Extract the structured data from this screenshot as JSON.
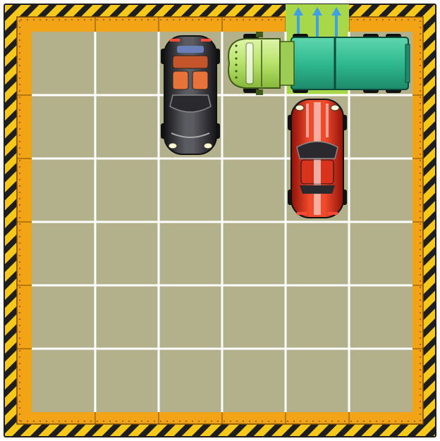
{
  "game": {
    "type": "sliding-block-parking-puzzle",
    "grid": {
      "columns": 6,
      "rows": 6
    },
    "exit": {
      "column": 5,
      "side": "top",
      "arrow_count": 3,
      "arrow_color": "#3fa0e6",
      "marker_color": "#a8d84a"
    },
    "vehicles": [
      {
        "id": "black-convertible",
        "kind": "car",
        "column": 3,
        "row": 1,
        "orientation": "vertical",
        "length": 2,
        "facing": "down",
        "color": "#3d3d42"
      },
      {
        "id": "green-truck",
        "kind": "truck",
        "column": 4,
        "row": 1,
        "orientation": "horizontal",
        "length": 3,
        "facing": "left",
        "color": "#2fb98f",
        "cab_color": "#b7e26a"
      },
      {
        "id": "red-car",
        "kind": "car",
        "column": 5,
        "row": 2,
        "orientation": "vertical",
        "length": 2,
        "facing": "up",
        "color": "#e0321e"
      }
    ]
  },
  "colors": {
    "floor": "#b3b08c",
    "grid_lines": "#ffffff",
    "wall": "#f2a416",
    "hazard_yellow": "#f6c81c",
    "hazard_black": "#1e1e1e"
  }
}
